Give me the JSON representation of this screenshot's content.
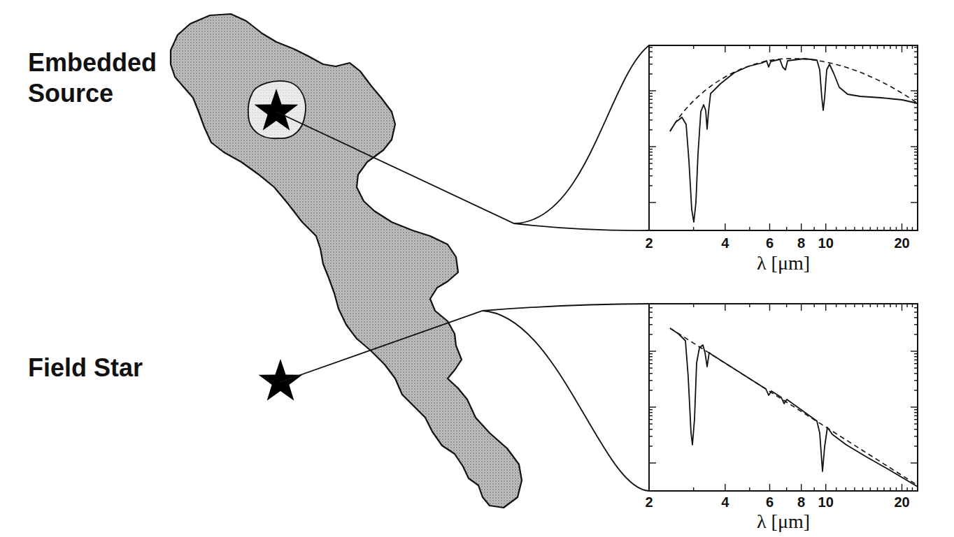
{
  "diagram": {
    "labels": [
      "Embedded Source",
      "Field Star",
      "2",
      "4",
      "6",
      "8",
      "10",
      "20",
      "λ [μm]",
      "2",
      "4",
      "6",
      "8",
      "10",
      "20",
      "λ [μm]"
    ]
  }
}
